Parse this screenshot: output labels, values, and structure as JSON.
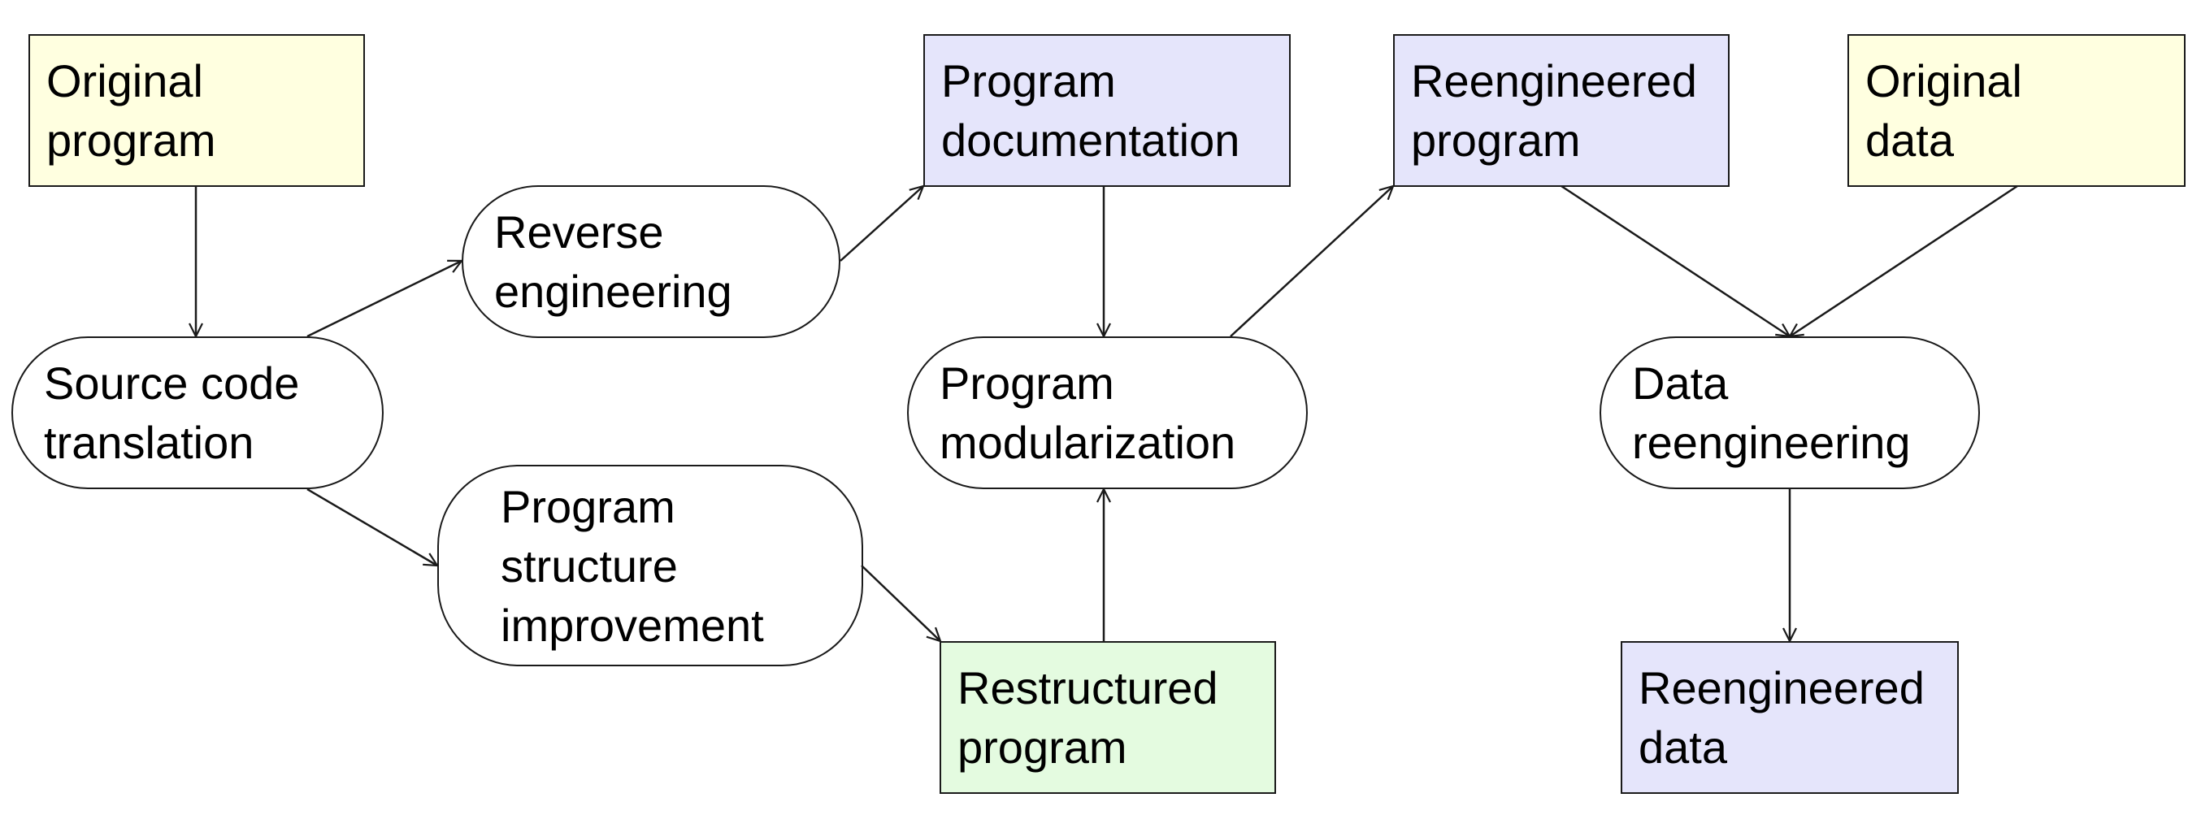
{
  "nodes": {
    "original_program": "Original\nprogram",
    "source_code_translation": "Source code\ntranslation",
    "reverse_engineering": "Reverse\nengineering",
    "program_structure_improvement": "Program\nstructure\nimprovement",
    "program_documentation": "Program\ndocumentation",
    "program_modularization": "Program\nmodularization",
    "restructured_program": "Restructured\nprogram",
    "reengineered_program": "Reengineered\nprogram",
    "original_data": "Original\ndata",
    "data_reengineering": "Data\nreengineering",
    "reengineered_data": "Reengineered\ndata"
  },
  "colors": {
    "input_fill": "#ffffe0",
    "output_fill": "#e5e5fb",
    "intermediate_fill": "#e4fbe0",
    "stroke": "#1a1a1a"
  }
}
